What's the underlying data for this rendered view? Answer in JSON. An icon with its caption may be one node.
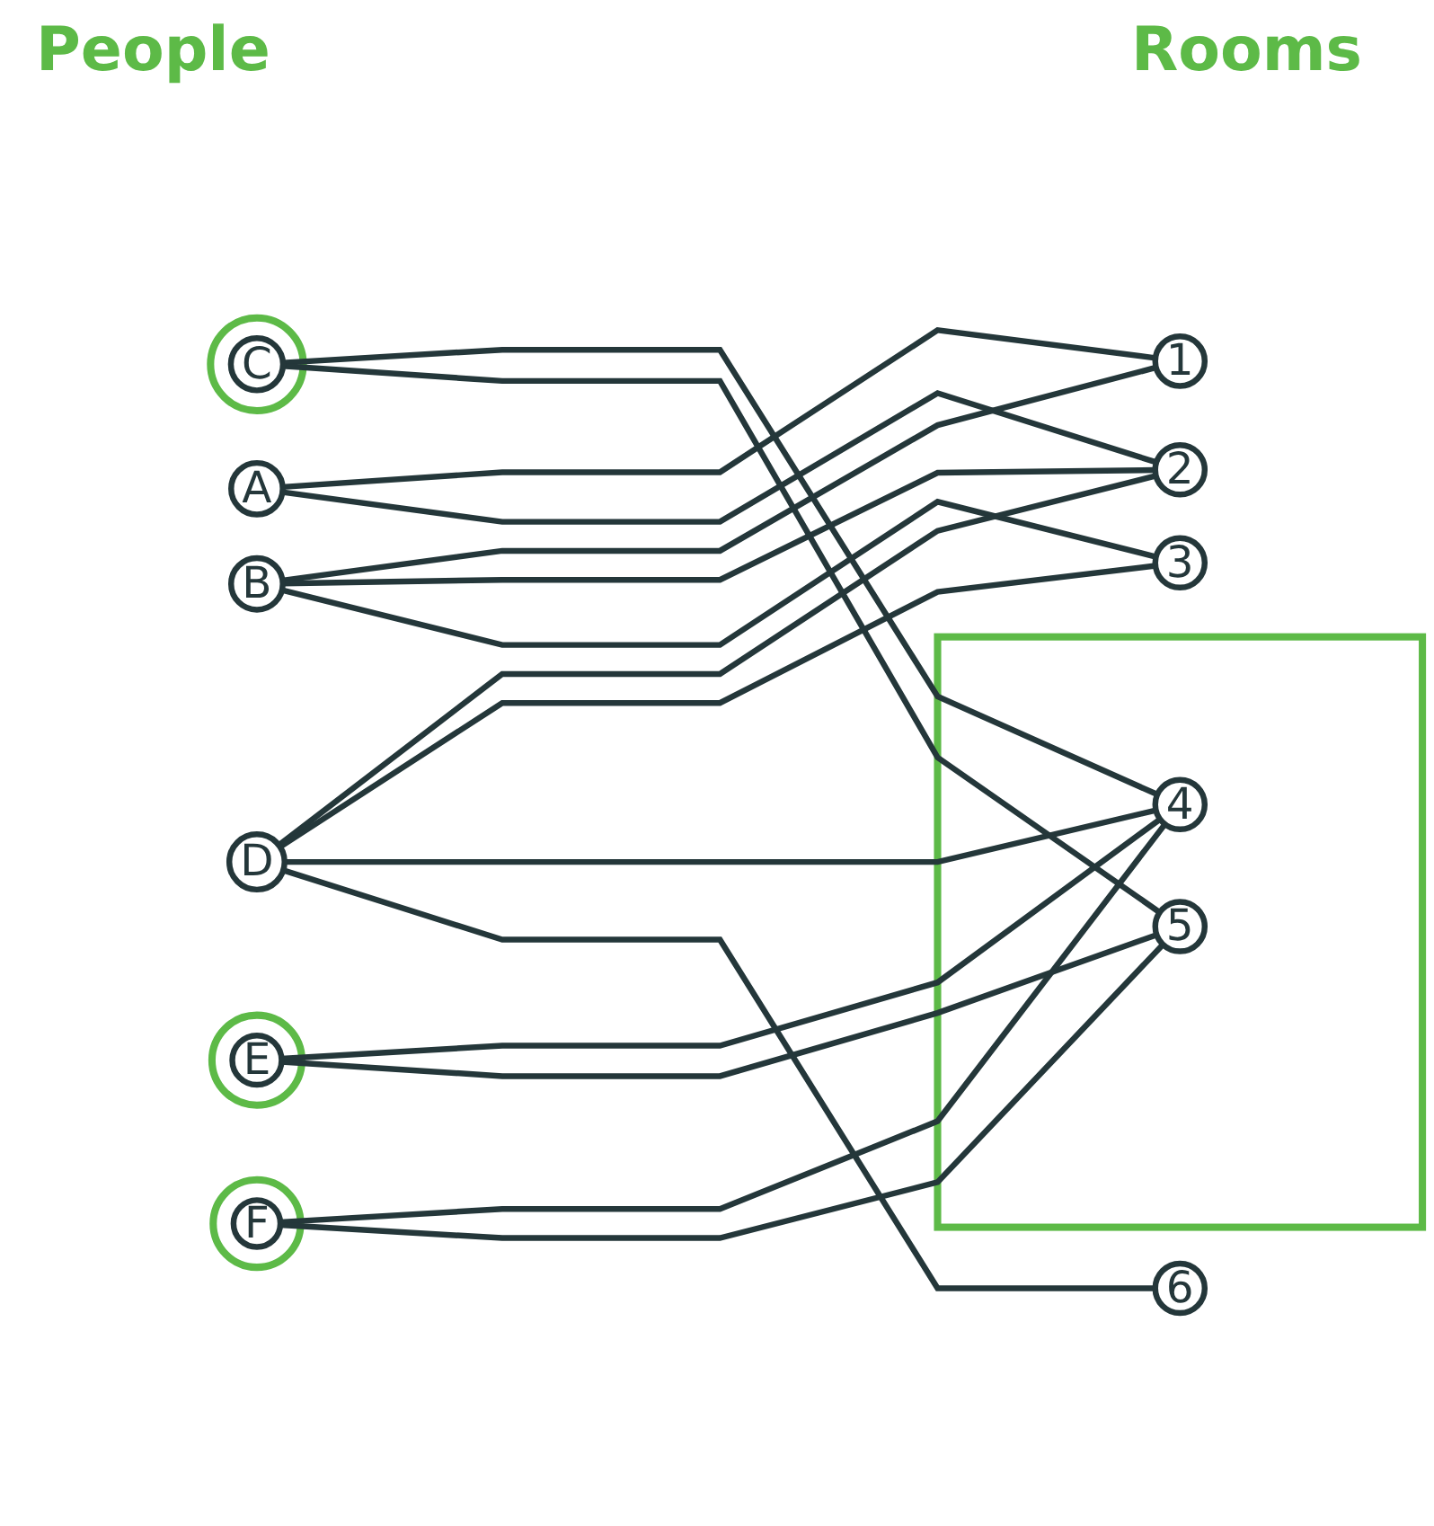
{
  "diagram": {
    "nodes": [
      {
        "text": [
          "A"
        ]
      },
      {
        "text": [
          "B"
        ]
      },
      {
        "text": [],
        "shape": "circle"
      },
      {
        "text": [
          "C"
        ],
        "in": 2
      },
      {
        "text": [
          "D"
        ]
      },
      {
        "text": [],
        "shape": "circle"
      },
      {
        "text": [
          "E"
        ],
        "in": 5
      },
      {
        "text": [],
        "shape": "circle"
      },
      {
        "text": [
          "F"
        ],
        "in": 7
      },
      {
        "text": [
          "1"
        ]
      },
      {
        "text": [
          "2"
        ]
      },
      {
        "text": [
          "3"
        ]
      },
      {
        "text": [],
        "shape": "box"
      },
      {
        "text": [
          "4"
        ],
        "in": 12
      },
      {
        "text": [
          "5"
        ],
        "in": 12
      },
      {
        "text": [
          "6"
        ]
      }
    ],
    "edges": [
      {
        "from": 0,
        "to": 9,
        "arrow": "none"
      },
      {
        "from": 0,
        "to": 10,
        "arrow": "none"
      },
      {
        "from": 1,
        "to": 9,
        "arrow": "none"
      },
      {
        "from": 1,
        "to": 10,
        "arrow": "none"
      },
      {
        "from": 1,
        "to": 11,
        "arrow": "none"
      },
      {
        "from": 3,
        "to": 13,
        "arrow": "none"
      },
      {
        "from": 3,
        "to": 14,
        "arrow": "none"
      },
      {
        "from": 4,
        "to": 10,
        "arrow": "none"
      },
      {
        "from": 4,
        "to": 11,
        "arrow": "none"
      },
      {
        "from": 4,
        "to": 13,
        "arrow": "none"
      },
      {
        "from": 4,
        "to": 15,
        "arrow": "none"
      },
      {
        "from": 6,
        "to": 13,
        "arrow": "none"
      },
      {
        "from": 6,
        "to": 14,
        "arrow": "none"
      },
      {
        "from": 8,
        "to": 13,
        "arrow": "none"
      },
      {
        "from": 8,
        "to": 14,
        "arrow": "none"
      }
    ],
    "labels": [
      "People",
      "Rooms"
    ]
  }
}
